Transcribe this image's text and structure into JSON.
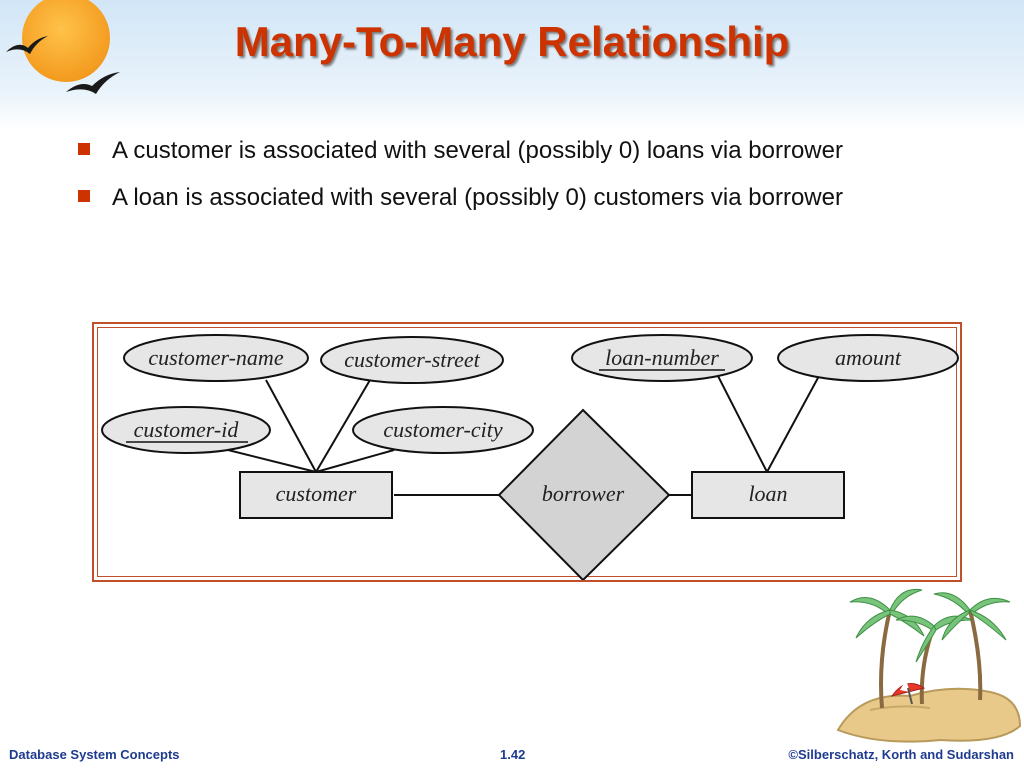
{
  "slide": {
    "title": "Many-To-Many Relationship",
    "bullets": [
      "A customer is associated with several (possibly 0) loans via borrower",
      "A loan is associated with several (possibly 0) customers via borrower"
    ]
  },
  "diagram": {
    "entities": [
      {
        "id": "customer",
        "label": "customer"
      },
      {
        "id": "loan",
        "label": "loan"
      }
    ],
    "relationship": {
      "id": "borrower",
      "label": "borrower"
    },
    "attributes": {
      "customer_name": "customer-name",
      "customer_street": "customer-street",
      "customer_id": "customer-id",
      "customer_city": "customer-city",
      "loan_number": "loan-number",
      "amount": "amount"
    },
    "key_attributes": [
      "customer-id",
      "loan-number"
    ]
  },
  "footer": {
    "left": "Database System Concepts",
    "center": "1.42",
    "right": "©Silberschatz, Korth and Sudarshan"
  },
  "colors": {
    "title": "#cc3300",
    "bullet": "#cc3300",
    "frame": "#c0502a",
    "shape_fill": "#e6e6e6",
    "diamond_fill": "#d3d3d3",
    "footer": "#1f3b8f"
  },
  "icons": [
    "sun-with-birds-icon",
    "palm-tree-island-icon"
  ]
}
